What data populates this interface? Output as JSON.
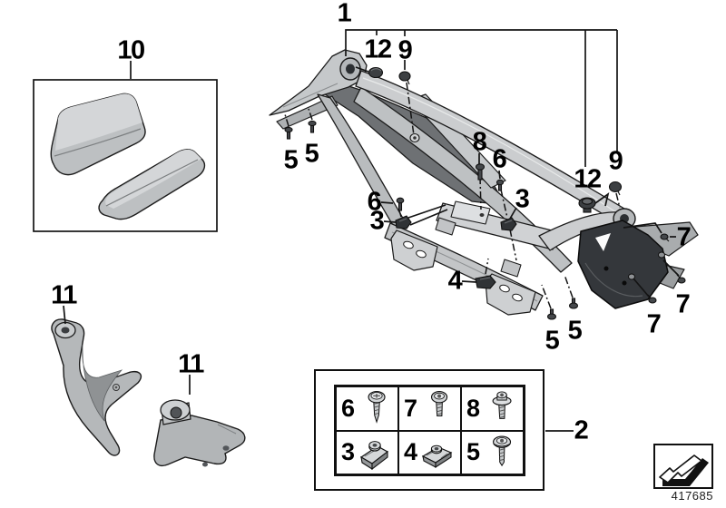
{
  "figure": {
    "doc_number": "417685",
    "callouts": {
      "c1": "1",
      "c2": "2",
      "c3_left": "3",
      "c3_mid": "3",
      "c4": "4",
      "c5_left_a": "5",
      "c5_left_b": "5",
      "c5_bottom_a": "5",
      "c5_bottom_b": "5",
      "c6_left": "6",
      "c6_mid": "6",
      "c7_a": "7",
      "c7_b": "7",
      "c7_c": "7",
      "c8": "8",
      "c9_left": "9",
      "c9_right": "9",
      "c10": "10",
      "c11_a": "11",
      "c11_b": "11",
      "c12_left": "12",
      "c12_right": "12"
    },
    "legend": {
      "callout_label": "2",
      "cells": [
        {
          "num": "6",
          "icon": "self-tapping-screw"
        },
        {
          "num": "7",
          "icon": "pan-head-screw"
        },
        {
          "num": "8",
          "icon": "collar-screw"
        },
        {
          "num": "3",
          "icon": "clip-nut"
        },
        {
          "num": "4",
          "icon": "clip-nut-flat"
        },
        {
          "num": "5",
          "icon": "oval-head-screw"
        }
      ]
    },
    "icons": {
      "direction_arrow": "down-left-3d-arrow"
    },
    "colors": {
      "line": "#1a1a1a",
      "metal_light": "#d6d8da",
      "metal_mid": "#bfc2c4",
      "metal_dark": "#8e9194",
      "plate_dark": "#34373b",
      "fastener_dark": "#3c3f42",
      "background": "#ffffff"
    }
  }
}
